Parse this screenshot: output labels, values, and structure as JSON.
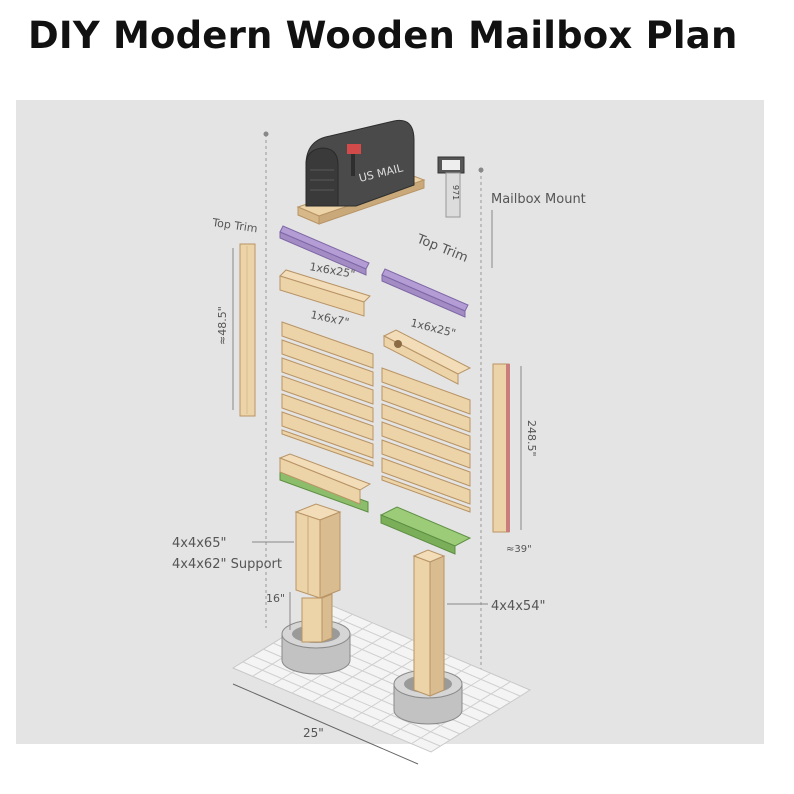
{
  "page": {
    "title": "DIY Modern Wooden Mailbox Plan"
  },
  "diagram": {
    "mailbox_text": "US MAIL",
    "house_number": "971",
    "labels": {
      "mailbox_mount": "Mailbox Mount",
      "top_trim_left": "Top Trim",
      "top_trim_right": "Top Trim",
      "board_1x6x25_top": "1x6x25\"",
      "board_1x6x7": "1x6x7\"",
      "board_1x6x25_right": "1x6x25\"",
      "left_trim_length": "≈48.5\"",
      "right_trim_length": "248.5\"",
      "right_trim_base": "≈39\"",
      "post_front_size": "4x4x65\"",
      "post_front_support": "4x4x62\" Support",
      "post_front_height": "16\"",
      "post_back_size": "4x4x54\"",
      "base_width": "25\""
    },
    "colors": {
      "wood": "#ecd3a8",
      "wood_dark": "#c9a97a",
      "purple_trim": "#a38bc4",
      "green_board": "#8cbd6a",
      "red_trim": "#c97d7d",
      "mailbox_body": "#4a4a4a",
      "flag": "#d24a4a",
      "concrete": "#bdbdbd"
    }
  }
}
